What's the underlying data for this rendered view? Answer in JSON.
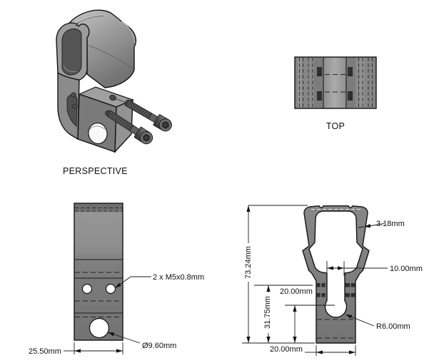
{
  "drawing": {
    "background": "#ffffff",
    "part_color": "#7d7d7d",
    "outline_color": "#141414",
    "dimension_color": "#1a1a1a"
  },
  "views": {
    "perspective": {
      "label": "PERSPECTIVE"
    },
    "top": {
      "label": "TOP"
    },
    "front": {
      "dimensions": {
        "thread_callout": "2 x M5x0.8mm",
        "hole_diameter": "Ø9.60mm",
        "width": "25.50mm"
      }
    },
    "section": {
      "dimensions": {
        "wall_thickness": "3.18mm",
        "slot_width": "10.00mm",
        "overall_height": "73.24mm",
        "hole_center_height": "20.00mm",
        "lower_section_height": "31.75mm",
        "slot_end_radius": "R6.00mm",
        "base_width": "20.00mm"
      }
    }
  }
}
